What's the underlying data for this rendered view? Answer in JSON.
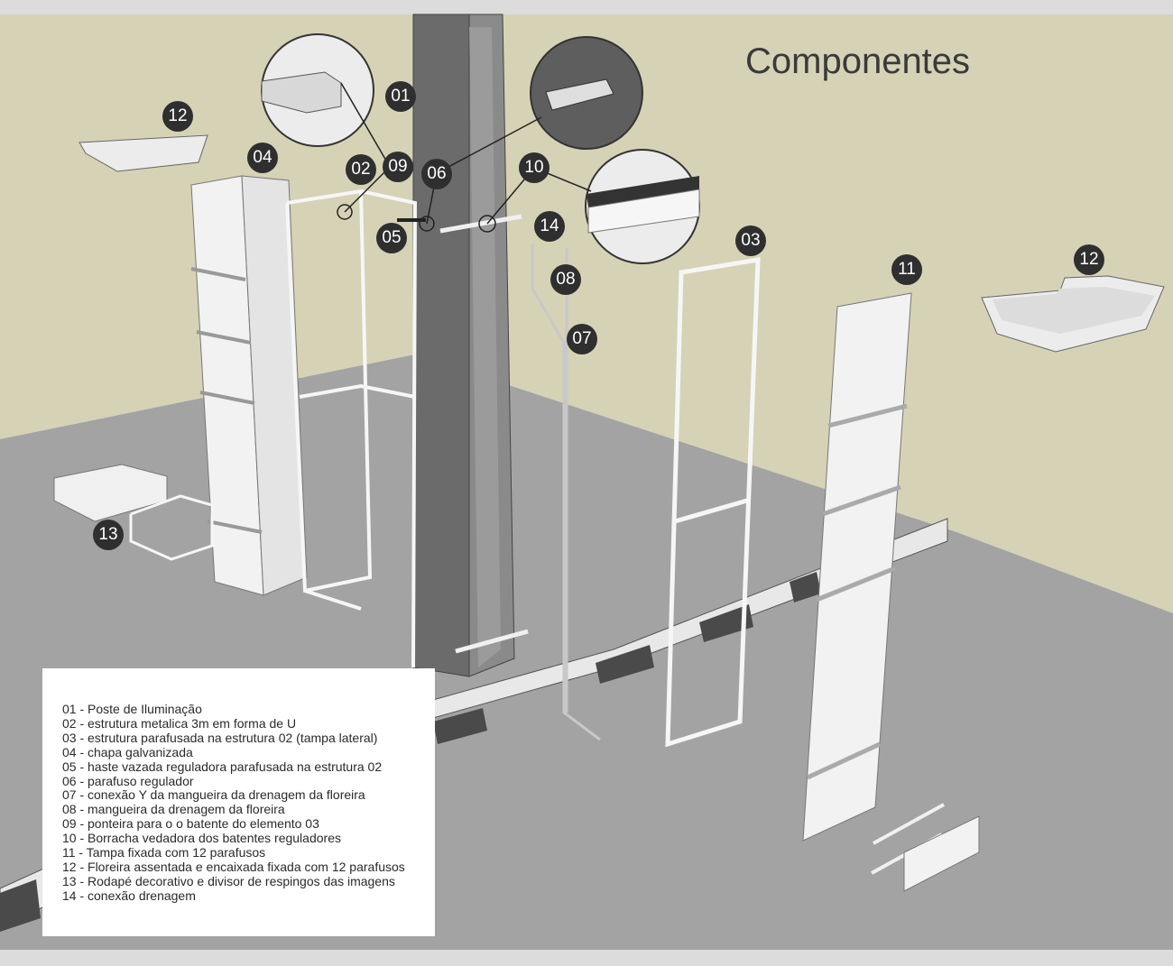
{
  "title": "Componentes",
  "badges": {
    "b01": "01",
    "b02": "02",
    "b03": "03",
    "b04": "04",
    "b05": "05",
    "b06": "06",
    "b07": "07",
    "b08": "08",
    "b09": "09",
    "b10": "10",
    "b11": "11",
    "b12a": "12",
    "b12b": "12",
    "b13": "13",
    "b14": "14"
  },
  "legend": [
    "01 - Poste de Iluminação",
    "02 - estrutura metalica 3m em forma de U",
    "03 - estrutura parafusada na estrutura 02 (tampa lateral)",
    "04 - chapa galvanizada",
    "05 - haste vazada reguladora parafusada na estrutura 02",
    "06 - parafuso regulador",
    "07 - conexão Y da mangueira da drenagem da floreira",
    "08 - mangueira da drenagem da floreira",
    "09 - ponteira para o o batente do elemento 03",
    "10 - Borracha vedadora dos batentes reguladores",
    "11 - Tampa fixada com 12 parafusos",
    "12 - Floreira assentada e encaixada fixada com 12 parafusos",
    "13 - Rodapé decorativo e divisor de respingos das imagens",
    "14 - conexão drenagem"
  ],
  "colors": {
    "wall": "#d6d2b6",
    "floor": "#a3a3a3",
    "pole": "#6b6b6b",
    "badge": "#2f2f2f",
    "panel": "#f4f4f4"
  }
}
